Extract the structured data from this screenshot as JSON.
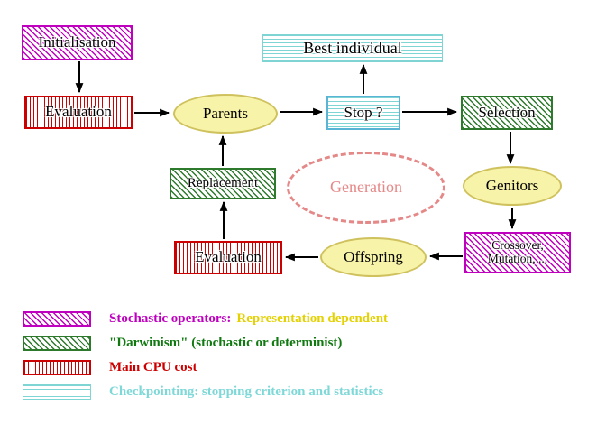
{
  "nodes": {
    "initialisation": "Initialisation",
    "evaluation_top": "Evaluation",
    "best_individual": "Best individual",
    "parents": "Parents",
    "stop": "Stop ?",
    "selection": "Selection",
    "replacement": "Replacement",
    "generation": "Generation",
    "genitors": "Genitors",
    "crossover_line1": "Crossover,",
    "crossover_line2": "Mutation, ...",
    "evaluation_bottom": "Evaluation",
    "offspring": "Offspring"
  },
  "legend": [
    {
      "swatch": "magenta-hatch",
      "label": "Stochastic operators:",
      "label2": "Representation dependent"
    },
    {
      "swatch": "green-hatch",
      "label": "\"Darwinism\" (stochastic or determinist)"
    },
    {
      "swatch": "red-vertical-stripes",
      "label": "Main CPU cost"
    },
    {
      "swatch": "cyan-horizontal-stripes",
      "label": "Checkpointing: stopping criterion and statistics"
    }
  ],
  "colors": {
    "magenta": "#bf00bf",
    "green": "#2d7a2d",
    "red": "#cc0000",
    "cyan": "#7fd4d4",
    "stop_border_blue": "#5ab4d6",
    "ellipse_yellow_fill": "#f7f3a9",
    "ellipse_yellow_border": "#cfc25e",
    "generation_pink": "#e58888",
    "representation_yellow": "#e3d100"
  }
}
